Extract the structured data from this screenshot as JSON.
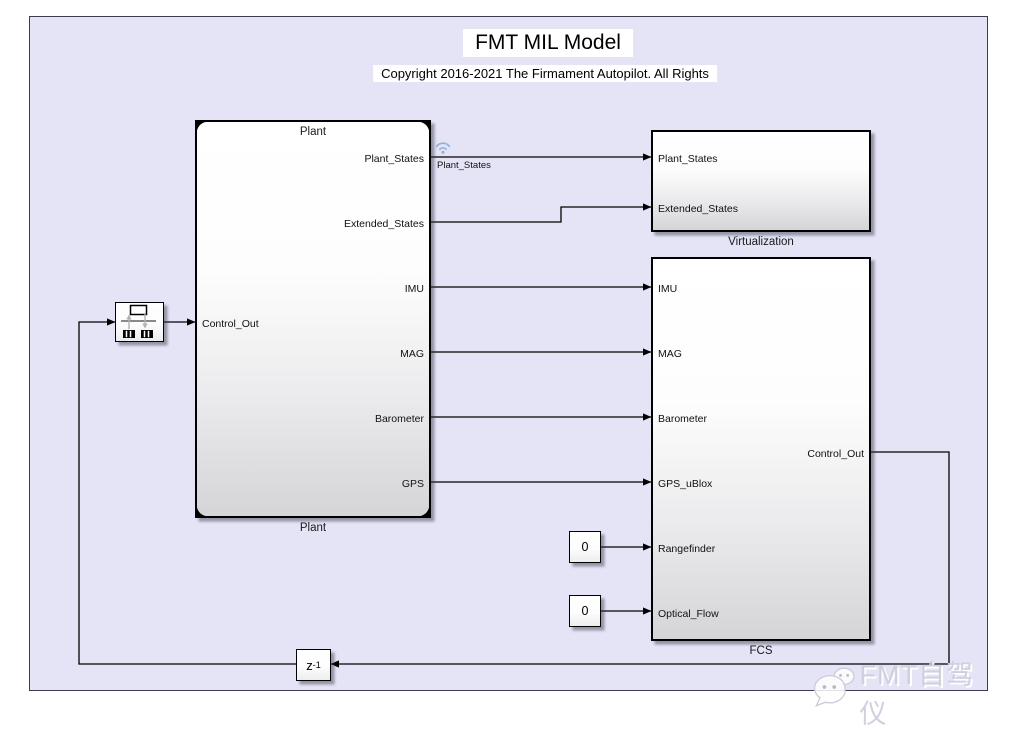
{
  "annotations": {
    "title": "FMT MIL Model",
    "copyright": "Copyright 2016-2021 The Firmament Autopilot. All Rights"
  },
  "blocks": {
    "plant": {
      "inner_title": "Plant",
      "label": "Plant",
      "input_ports": [
        "Control_Out"
      ],
      "output_ports": [
        "Plant_States",
        "Extended_States",
        "IMU",
        "MAG",
        "Barometer",
        "GPS"
      ]
    },
    "virtualization": {
      "label": "Virtualization",
      "input_ports": [
        "Plant_States",
        "Extended_States"
      ]
    },
    "fcs": {
      "label": "FCS",
      "input_ports": [
        "IMU",
        "MAG",
        "Barometer",
        "GPS_uBlox",
        "Rangefinder",
        "Optical_Flow"
      ],
      "output_ports": [
        "Control_Out"
      ]
    },
    "constant_rangefinder": {
      "value": "0"
    },
    "constant_optical_flow": {
      "value": "0"
    },
    "unit_delay": {
      "base": "z",
      "exponent": "-1"
    }
  },
  "signal_labels": {
    "plant_states": "Plant_States"
  },
  "watermark": {
    "text": "FMT自驾仪"
  },
  "colors": {
    "canvas_background": "#e4e4f6",
    "canvas_border": "#3c3c50",
    "block_border": "#000000",
    "block_gradient_top": "#ffffff",
    "block_gradient_bottom": "#d5d5d8",
    "wire": "#000000",
    "logged_signal_icon": "#8fb2dd",
    "watermark_text": "#ceceDD"
  }
}
